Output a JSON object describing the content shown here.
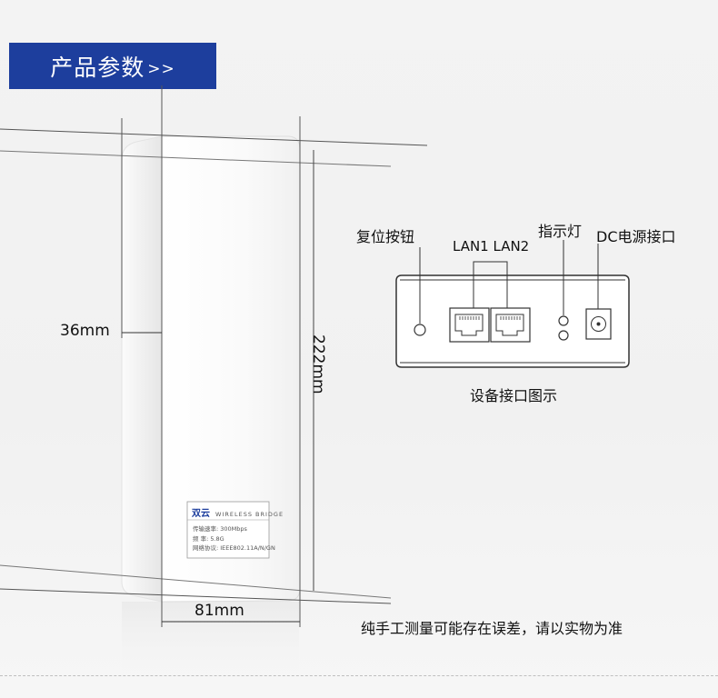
{
  "header": {
    "title": "产品参数",
    "arrows": ">>"
  },
  "dimensions": {
    "depth": "36mm",
    "height": "222mm",
    "width": "81mm"
  },
  "device_label": {
    "brand": "双云",
    "product": "WIRELESS BRIDGE",
    "rows": [
      {
        "key": "传输速率",
        "value": "300Mbps"
      },
      {
        "key": "频    率",
        "value": "5.8G"
      },
      {
        "key": "网络协议",
        "value": "IEEE802.11A/N/GN"
      }
    ]
  },
  "interface_diagram": {
    "reset_label": "复位按钮",
    "lan_label": "LAN1 LAN2",
    "indicator_label": "指示灯",
    "power_label": "DC电源接口",
    "caption": "设备接口图示"
  },
  "footnote": "纯手工测量可能存在误差，请以实物为准"
}
